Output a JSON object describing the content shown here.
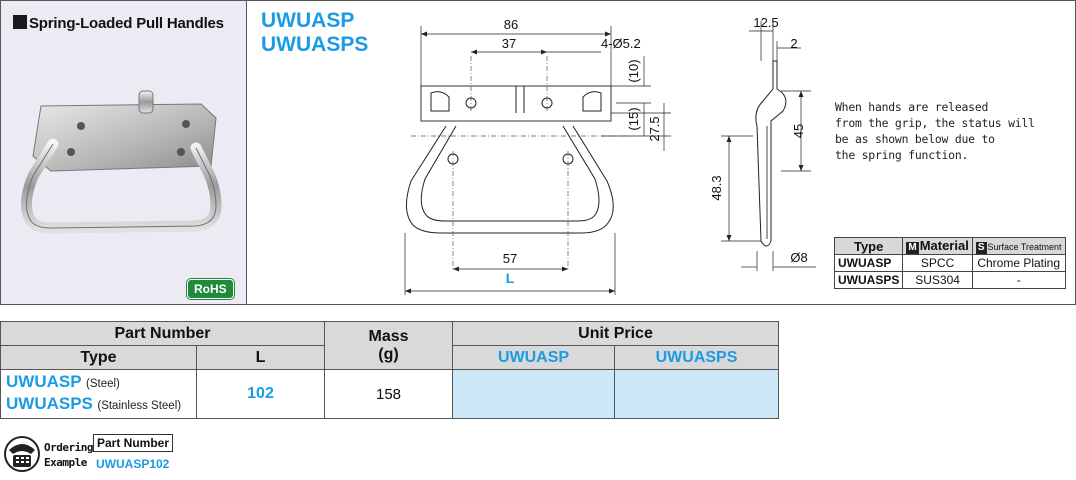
{
  "panel_title": "Spring-Loaded Pull Handles",
  "rohs_badge": "RoHS",
  "product_codes": [
    "UWUASP",
    "UWUASPS"
  ],
  "front_view_dims": {
    "overall_width": "86",
    "hole_pitch": "37",
    "holes": "4-Ø5.2",
    "height_10": "(10)",
    "height_15": "(15)",
    "height_27_5": "27.5",
    "grip_width": "57",
    "length": "L"
  },
  "side_view_dims": {
    "depth_12_5": "12.5",
    "thickness": "2",
    "height_45": "45",
    "height_48_3": "48.3",
    "rod_dia": "Ø8"
  },
  "note_lines": [
    "When hands are released",
    "from the grip, the status will",
    "be as shown below due to",
    "the spring function."
  ],
  "material_table": {
    "headers": {
      "type": "Type",
      "material_badge": "M",
      "material": "Material",
      "surface_badge": "S",
      "surface": "Surface Treatment"
    },
    "rows": [
      {
        "type": "UWUASP",
        "material": "SPCC",
        "surface": "Chrome Plating"
      },
      {
        "type": "UWUASPS",
        "material": "SUS304",
        "surface": "-"
      }
    ]
  },
  "price_table": {
    "group_part_number": "Part Number",
    "col_type": "Type",
    "col_l": "L",
    "col_mass": "Mass",
    "col_mass_unit": "(g)",
    "group_unit_price": "Unit Price",
    "col_price_1": "UWUASP",
    "col_price_2": "UWUASPS",
    "row": {
      "type_1_code": "UWUASP",
      "type_1_note": "(Steel)",
      "type_2_code": "UWUASPS",
      "type_2_note": "(Stainless Steel)",
      "l": "102",
      "mass": "158",
      "price_1": "",
      "price_2": ""
    }
  },
  "ordering": {
    "label_line_1": "Ordering",
    "label_line_2": "Example",
    "part_number_header": "Part Number",
    "part_number_value": "UWUASP102"
  },
  "colors": {
    "accent_blue": "#1a9be3",
    "rohs_green": "#1f8a3a",
    "header_gray": "#d9d9d9",
    "price_cell": "#cde9f8",
    "photo_bg": "#ecebf3"
  }
}
